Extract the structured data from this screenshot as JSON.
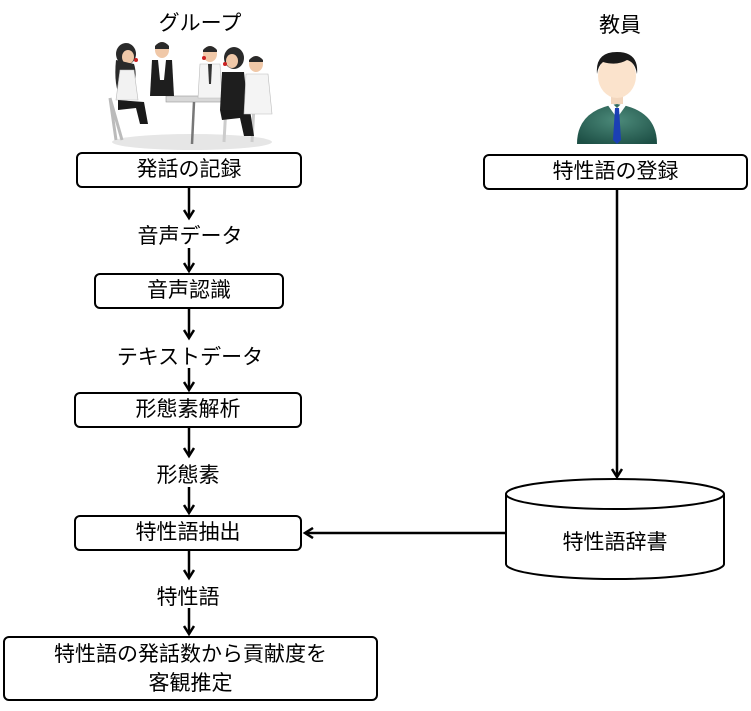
{
  "actors": {
    "group_label": "グループ",
    "teacher_label": "教員"
  },
  "flow": {
    "record": "発話の記録",
    "audio_data": "音声データ",
    "speech_recognition": "音声認識",
    "text_data": "テキストデータ",
    "morph_analysis": "形態素解析",
    "morphemes": "形態素",
    "feature_extraction": "特性語抽出",
    "feature_words": "特性語",
    "final_line1": "特性語の発話数から貢献度を",
    "final_line2": "客観推定"
  },
  "teacher_flow": {
    "register": "特性語の登録",
    "dictionary": "特性語辞書"
  }
}
